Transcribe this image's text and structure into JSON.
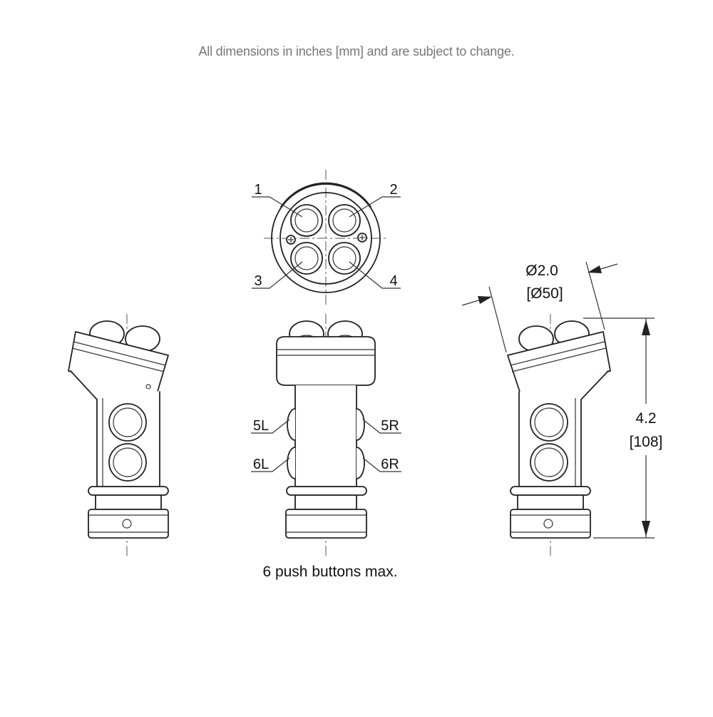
{
  "header": {
    "note": "All dimensions in inches [mm] and are subject to change."
  },
  "top_view": {
    "buttons": [
      {
        "number": "1"
      },
      {
        "number": "2"
      },
      {
        "number": "3"
      },
      {
        "number": "4"
      }
    ]
  },
  "front_view": {
    "side_buttons": [
      "5L",
      "6L",
      "5R",
      "6R"
    ]
  },
  "dimensions": {
    "diameter_in": "Ø2.0",
    "diameter_mm": "[Ø50]",
    "height_in": "4.2",
    "height_mm": "[108]"
  },
  "caption": "6 push buttons max."
}
